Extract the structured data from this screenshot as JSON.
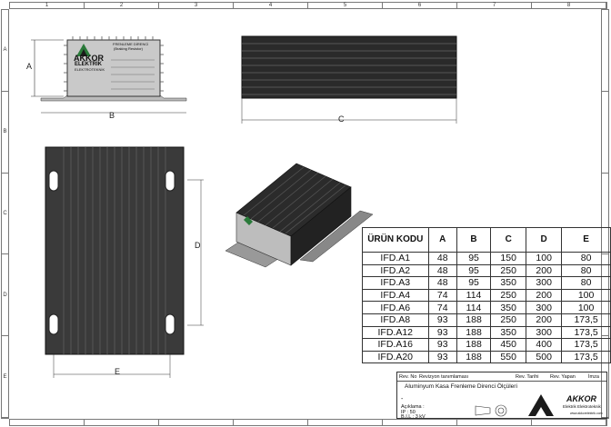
{
  "ruler": {
    "cols": [
      "1",
      "2",
      "3",
      "4",
      "5",
      "6",
      "7",
      "8"
    ],
    "rows": [
      "A",
      "B",
      "C",
      "D",
      "E"
    ]
  },
  "label": {
    "brand": "AKKOR",
    "brand_sub": "ELEKTRİK",
    "brand_sub2": "ELEKTROTEKNİK",
    "label_title": "FRENLEME DİRENCİ",
    "label_sub": "(Braking Resistor)"
  },
  "dims": {
    "a": "A",
    "b": "B",
    "c": "C",
    "d": "D",
    "e": "E"
  },
  "table": {
    "headers": [
      "ÜRÜN KODU",
      "A",
      "B",
      "C",
      "D",
      "E"
    ],
    "rows": [
      [
        "IFD.A1",
        "48",
        "95",
        "150",
        "100",
        "80"
      ],
      [
        "IFD.A2",
        "48",
        "95",
        "250",
        "200",
        "80"
      ],
      [
        "IFD.A3",
        "48",
        "95",
        "350",
        "300",
        "80"
      ],
      [
        "IFD.A4",
        "74",
        "114",
        "250",
        "200",
        "100"
      ],
      [
        "IFD.A6",
        "74",
        "114",
        "350",
        "300",
        "100"
      ],
      [
        "IFD.A8",
        "93",
        "188",
        "250",
        "200",
        "173,5"
      ],
      [
        "IFD.A12",
        "93",
        "188",
        "350",
        "300",
        "173,5"
      ],
      [
        "IFD.A16",
        "93",
        "188",
        "450",
        "400",
        "173,5"
      ],
      [
        "IFD.A20",
        "93",
        "188",
        "550",
        "500",
        "173,5"
      ]
    ]
  },
  "title_block": {
    "rev_no": "Rev. No",
    "rev_desc": "Revizyon tanımlaması",
    "rev_date": "Rev. Tarihi",
    "rev_by": "Rev. Yapan",
    "sign": "İmza",
    "title": "Aluminyum Kasa Frenleme Direnci Ölçüleri",
    "dash": "-",
    "desc_label": "Açıklama :",
    "ip": "IP : 50",
    "bil": "B.I.L : 3 kV",
    "company": "AKKOR",
    "company_sub": "Elektrik Elektroteknik",
    "website": "www.akkorelektrik.com"
  }
}
